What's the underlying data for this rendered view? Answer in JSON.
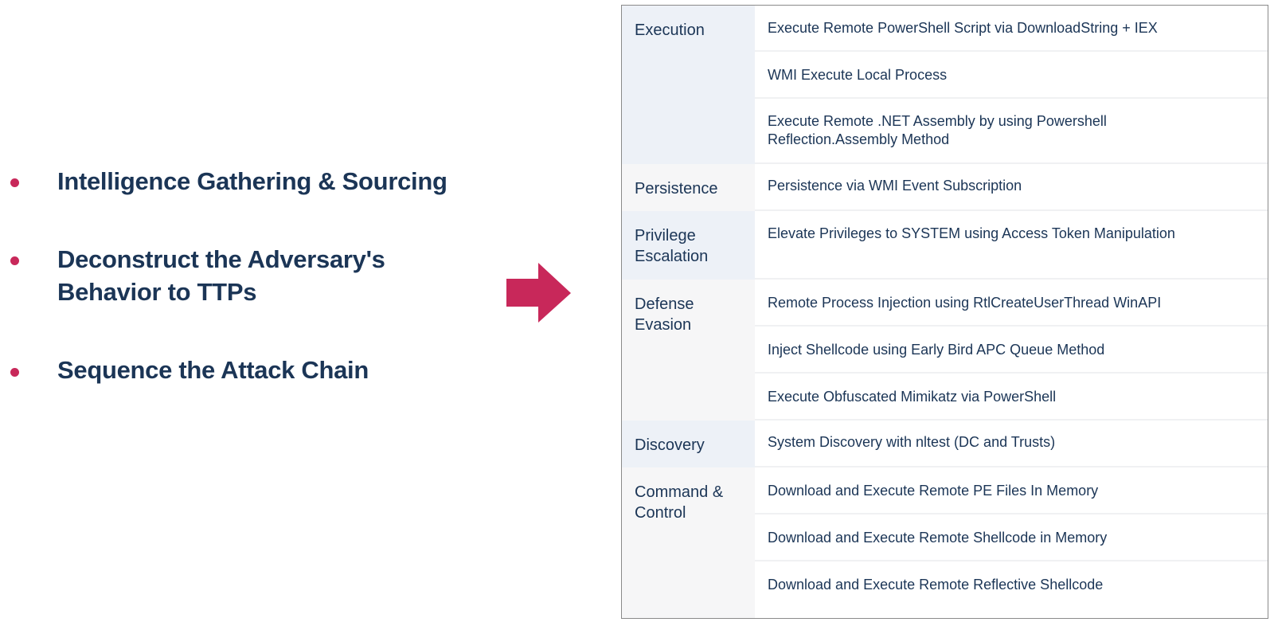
{
  "bullets": [
    {
      "lines": [
        "Intelligence Gathering & Sourcing"
      ]
    },
    {
      "lines": [
        "Deconstruct the Adversary's",
        "Behavior to TTPs"
      ]
    },
    {
      "lines": [
        "Sequence the Attack Chain"
      ]
    }
  ],
  "colors": {
    "accent": "#c8285a",
    "text": "#1b3556",
    "tactic_bg_a": "#edf1f7",
    "tactic_bg_b": "#f6f6f7",
    "border": "#8a8a8a"
  },
  "arrow": {
    "icon": "right-arrow-icon",
    "color": "#c8285a"
  },
  "table": {
    "rows": [
      {
        "tactic": "Execution",
        "techniques": [
          "Execute Remote PowerShell Script via DownloadString + IEX",
          "WMI Execute Local Process",
          "Execute Remote .NET Assembly by using Powershell Reflection.Assembly Method"
        ]
      },
      {
        "tactic": "Persistence",
        "techniques": [
          "Persistence via WMI Event Subscription"
        ]
      },
      {
        "tactic": "Privilege Escalation",
        "techniques": [
          "Elevate Privileges to SYSTEM using Access Token  Manipulation"
        ]
      },
      {
        "tactic": "Defense Evasion",
        "techniques": [
          "Remote Process Injection using RtlCreateUserThread WinAPI",
          "Inject Shellcode using Early Bird APC Queue Method",
          "Execute Obfuscated Mimikatz via PowerShell"
        ]
      },
      {
        "tactic": "Discovery",
        "techniques": [
          "System Discovery with nltest (DC and Trusts)"
        ]
      },
      {
        "tactic": "Command & Control",
        "techniques": [
          "Download and Execute Remote PE Files In Memory",
          "Download and Execute Remote Shellcode in Memory",
          "Download and Execute Remote Reflective Shellcode"
        ]
      }
    ]
  }
}
